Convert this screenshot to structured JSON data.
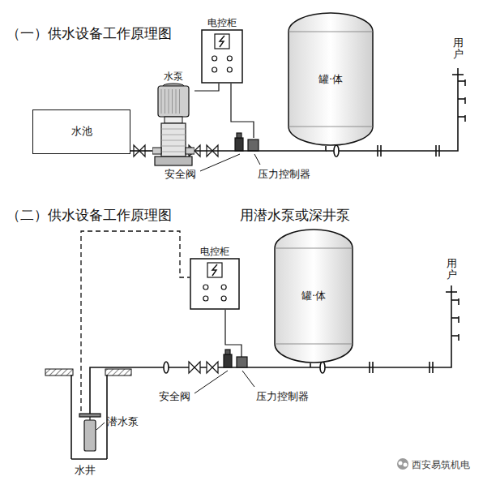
{
  "diagram": {
    "nodes": [
      {
        "text": [
          "水池"
        ]
      },
      {
        "text": [
          "水泵"
        ]
      },
      {
        "text": [
          "电控柜"
        ]
      },
      {
        "text": [
          "罐·体"
        ]
      },
      {
        "text": [
          "电控柜"
        ]
      },
      {
        "text": [
          "罐·体"
        ]
      }
    ],
    "edges": [
      {
        "from": 0,
        "to": 1,
        "arrow": "none"
      },
      {
        "from": 1,
        "to": 3,
        "arrow": "none"
      },
      {
        "from": 2,
        "to": 1,
        "arrow": "none"
      }
    ],
    "labels": [
      "（一）供水设备工作原理图",
      "用户",
      "安全阀",
      "压力控制器",
      "（二）供水设备工作原理图",
      "用潜水泵或深井泵",
      "用户",
      "安全阀",
      "压力控制器",
      "潜水泵",
      "水井",
      "西安易筑机电"
    ]
  }
}
